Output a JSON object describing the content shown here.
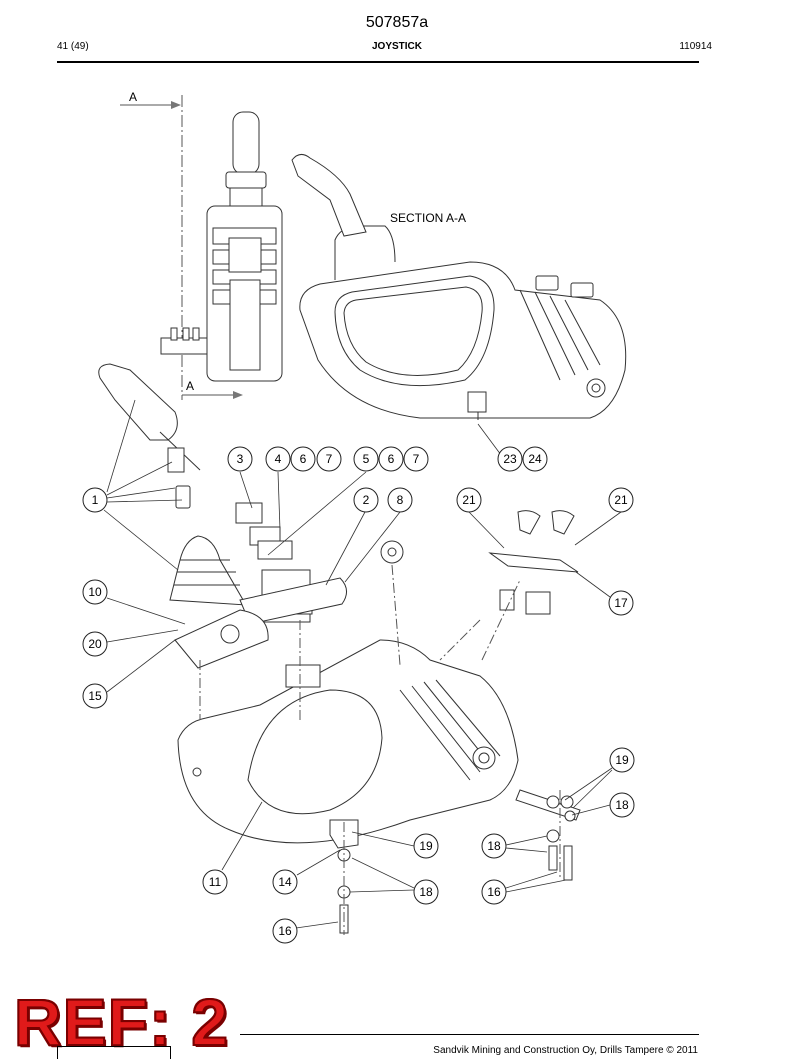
{
  "header": {
    "doc_number": "507857a",
    "page": "41 (49)",
    "title": "JOYSTICK",
    "code": "110914"
  },
  "drawing": {
    "section_marker": "A",
    "section_title": "SECTION A-A",
    "callouts": [
      "1",
      "2",
      "3",
      "4",
      "5",
      "6",
      "7",
      "8",
      "10",
      "11",
      "14",
      "15",
      "16",
      "17",
      "18",
      "19",
      "20",
      "21",
      "23",
      "24"
    ]
  },
  "stamp": {
    "text": "REF: 2",
    "color": "#e01a1a"
  },
  "footer": {
    "copyright": "Sandvik Mining and Construction Oy, Drills Tampere © 2011"
  }
}
